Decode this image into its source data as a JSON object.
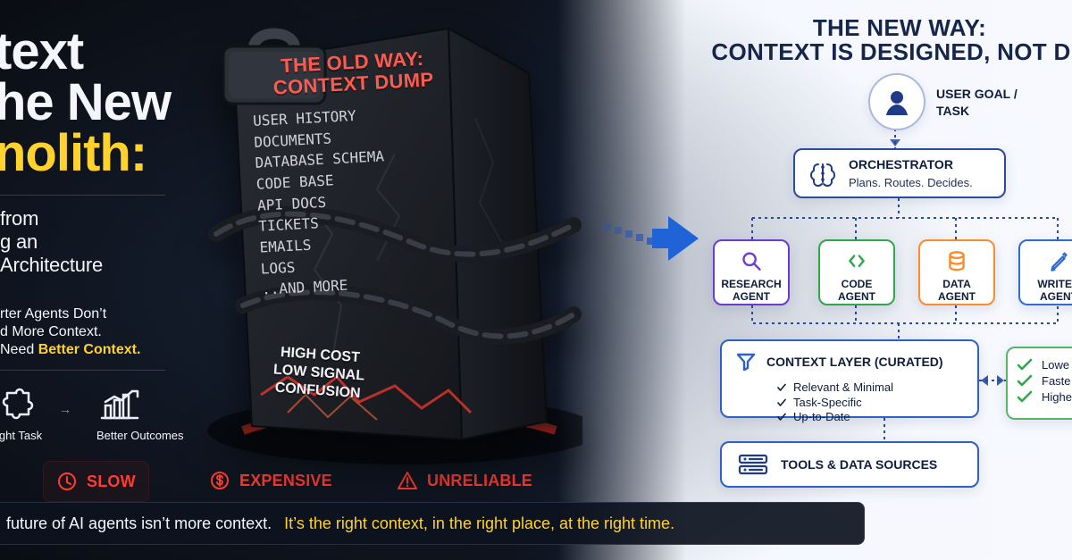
{
  "left": {
    "title_lines": [
      "text",
      "he New",
      "nolith:"
    ],
    "subtitle_lines": [
      "from",
      "g an",
      "Architecture"
    ],
    "tagline": {
      "line1": "rter Agents Don’t",
      "line2": "d More Context.",
      "line3_prefix": "Need",
      "line3_highlight": "Better Context."
    },
    "mini": {
      "left_label": "ight Task",
      "right_label": "Better Outcomes"
    },
    "warnings": {
      "slow": "SLOW",
      "expensive": "EXPENSIVE",
      "unreliable": "UNRELIABLE"
    }
  },
  "monolith": {
    "title_line1": "THE OLD WAY:",
    "title_line2": "CONTEXT DUMP",
    "items": [
      "USER HISTORY",
      "DOCUMENTS",
      "DATABASE SCHEMA",
      "CODE BASE",
      "API DOCS",
      "TICKETS",
      "EMAILS",
      "LOGS",
      "..AND MORE"
    ],
    "lock_lines": [
      "HIGH COST",
      "LOW SIGNAL",
      "CONFUSION"
    ]
  },
  "caption": {
    "left": "future of AI agents isn’t more context.",
    "right": "It’s the right context, in the right place, at the right time."
  },
  "right": {
    "title_line1": "THE NEW WAY:",
    "title_line2": "CONTEXT IS DESIGNED, NOT DU",
    "user_goal": {
      "line1": "USER GOAL /",
      "line2": "TASK"
    },
    "orchestrator": {
      "title": "ORCHESTRATOR",
      "subtitle": "Plans. Routes. Decides."
    },
    "agents": [
      {
        "label1": "RESEARCH",
        "label2": "AGENT"
      },
      {
        "label1": "CODE",
        "label2": "AGENT"
      },
      {
        "label1": "DATA",
        "label2": "AGENT"
      },
      {
        "label1": "WRITER",
        "label2": "AGENT"
      }
    ],
    "context_layer": {
      "title": "CONTEXT LAYER (CURATED)",
      "items": [
        "Relevant & Minimal",
        "Task-Specific",
        "Up-to-Date"
      ]
    },
    "benefits": [
      "Lowe",
      "Faste",
      "Highe"
    ],
    "tools": {
      "title": "TOOLS & DATA SOURCES"
    }
  },
  "colors": {
    "yellow": "#ffd22d",
    "red": "#ff3b2f",
    "navy": "#15264a",
    "blue": "#1f4fbf"
  }
}
